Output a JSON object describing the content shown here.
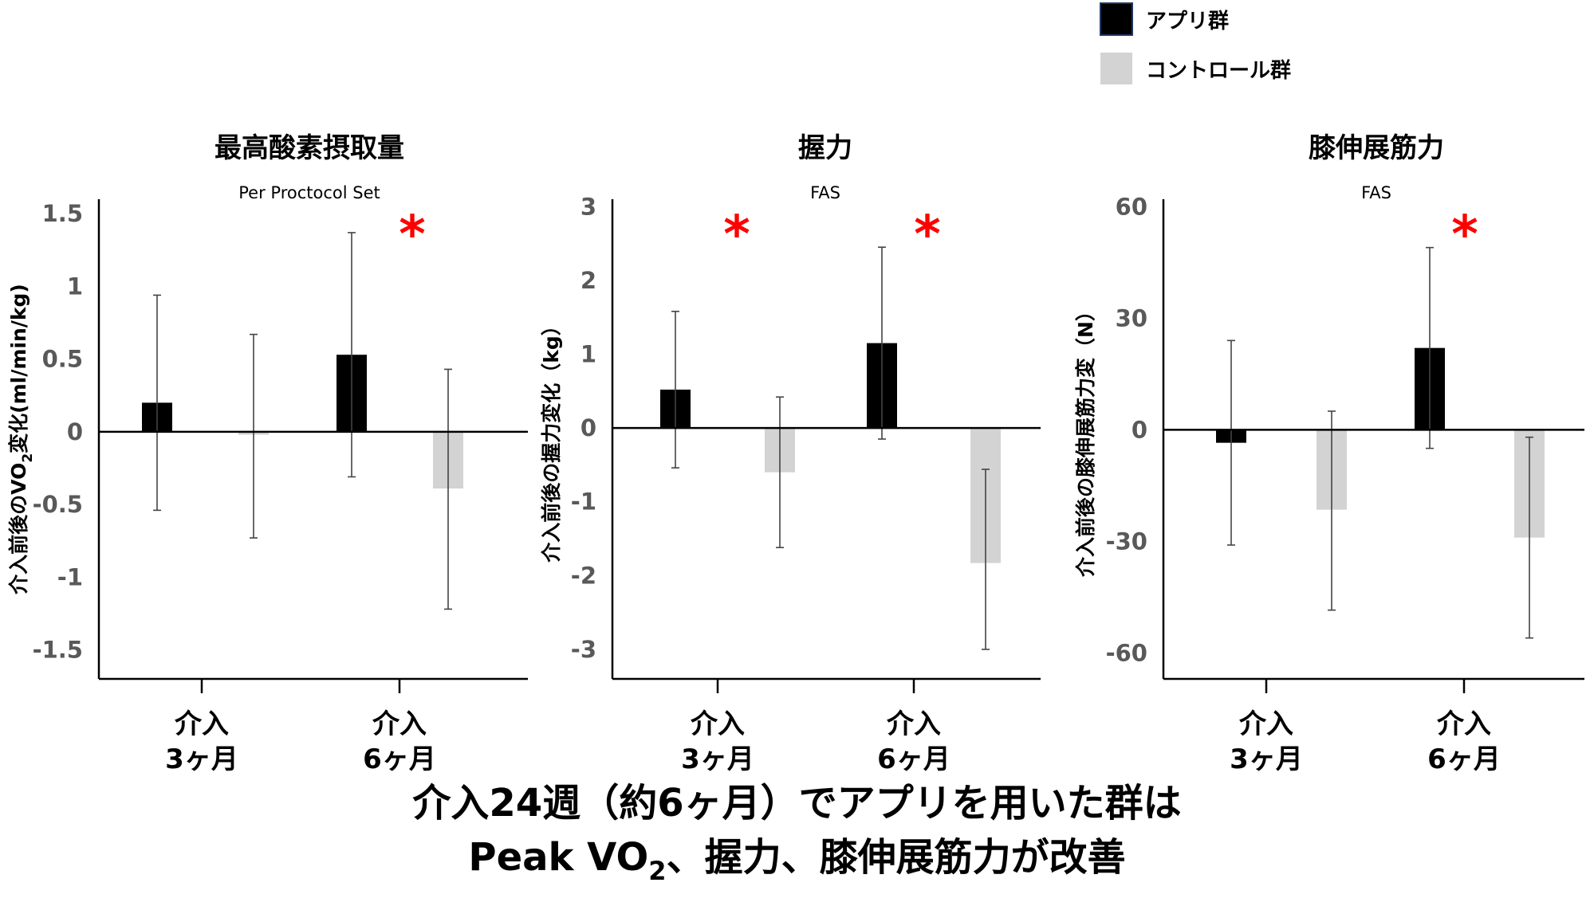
{
  "legend": [
    {
      "label": "アプリ群",
      "color": "#000000"
    },
    {
      "label": "コントロール群",
      "color": "#d3d3d3"
    }
  ],
  "footer": {
    "line1": "介入24週（約6ヶ月）でアプリを用いた群は",
    "line2_prefix": "Peak VO",
    "line2_sub": "2",
    "line2_suffix": "、握力、膝伸展筋力が改善"
  },
  "chart_data": [
    {
      "type": "bar",
      "title": "最高酸素摂取量",
      "subtitle": "Per Proctocol Set",
      "ylabel_prefix": "介入前後のVO",
      "ylabel_sub": "2",
      "ylabel_suffix": "変化(ml/min/kg)",
      "ylim": [
        -1.7,
        1.6
      ],
      "yticks": [
        1.5,
        1,
        0.5,
        0,
        -0.5,
        -1,
        -1.5
      ],
      "ytick_labels": [
        "1.5",
        "1",
        "0.5",
        "0",
        "-0.5",
        "-1",
        "-1.5"
      ],
      "categories": [
        {
          "line1": "介入",
          "line2": "3ヶ月"
        },
        {
          "line1": "介入",
          "line2": "6ヶ月"
        }
      ],
      "series": [
        {
          "group": "app",
          "values": [
            0.2,
            0.53
          ],
          "err_low": [
            -0.54,
            -0.31
          ],
          "err_high": [
            0.94,
            1.37
          ]
        },
        {
          "group": "control",
          "values": [
            -0.02,
            -0.39
          ],
          "err_low": [
            -0.73,
            -1.22
          ],
          "err_high": [
            0.67,
            0.43
          ]
        }
      ],
      "significance": [
        false,
        true
      ]
    },
    {
      "type": "bar",
      "title": "握力",
      "subtitle": "FAS",
      "ylabel": "介入前後の握力変化（kg）",
      "ylim": [
        -3.4,
        3.1
      ],
      "yticks": [
        3,
        2,
        1,
        0,
        -1,
        -2,
        -3
      ],
      "ytick_labels": [
        "3",
        "2",
        "1",
        "0",
        "-1",
        "-2",
        "-3"
      ],
      "categories": [
        {
          "line1": "介入",
          "line2": "3ヶ月"
        },
        {
          "line1": "介入",
          "line2": "6ヶ月"
        }
      ],
      "series": [
        {
          "group": "app",
          "values": [
            0.52,
            1.15
          ],
          "err_low": [
            -0.54,
            -0.15
          ],
          "err_high": [
            1.58,
            2.45
          ]
        },
        {
          "group": "control",
          "values": [
            -0.6,
            -1.83
          ],
          "err_low": [
            -1.62,
            -3.0
          ],
          "err_high": [
            0.42,
            -0.56
          ]
        }
      ],
      "significance": [
        true,
        true
      ]
    },
    {
      "type": "bar",
      "title": "膝伸展筋力",
      "subtitle": "FAS",
      "ylabel": "介入前後の膝伸展筋力変（N）",
      "ylim": [
        -67,
        62
      ],
      "yticks": [
        60,
        30,
        0,
        -30,
        -60
      ],
      "ytick_labels": [
        "60",
        "30",
        "0",
        "-30",
        "-60"
      ],
      "categories": [
        {
          "line1": "介入",
          "line2": "3ヶ月"
        },
        {
          "line1": "介入",
          "line2": "6ヶ月"
        }
      ],
      "series": [
        {
          "group": "app",
          "values": [
            -3.5,
            22
          ],
          "err_low": [
            -31,
            -5
          ],
          "err_high": [
            24,
            49
          ]
        },
        {
          "group": "control",
          "values": [
            -21.5,
            -29
          ],
          "err_low": [
            -48.5,
            -56
          ],
          "err_high": [
            5,
            -2
          ]
        }
      ],
      "significance": [
        false,
        true
      ]
    }
  ]
}
